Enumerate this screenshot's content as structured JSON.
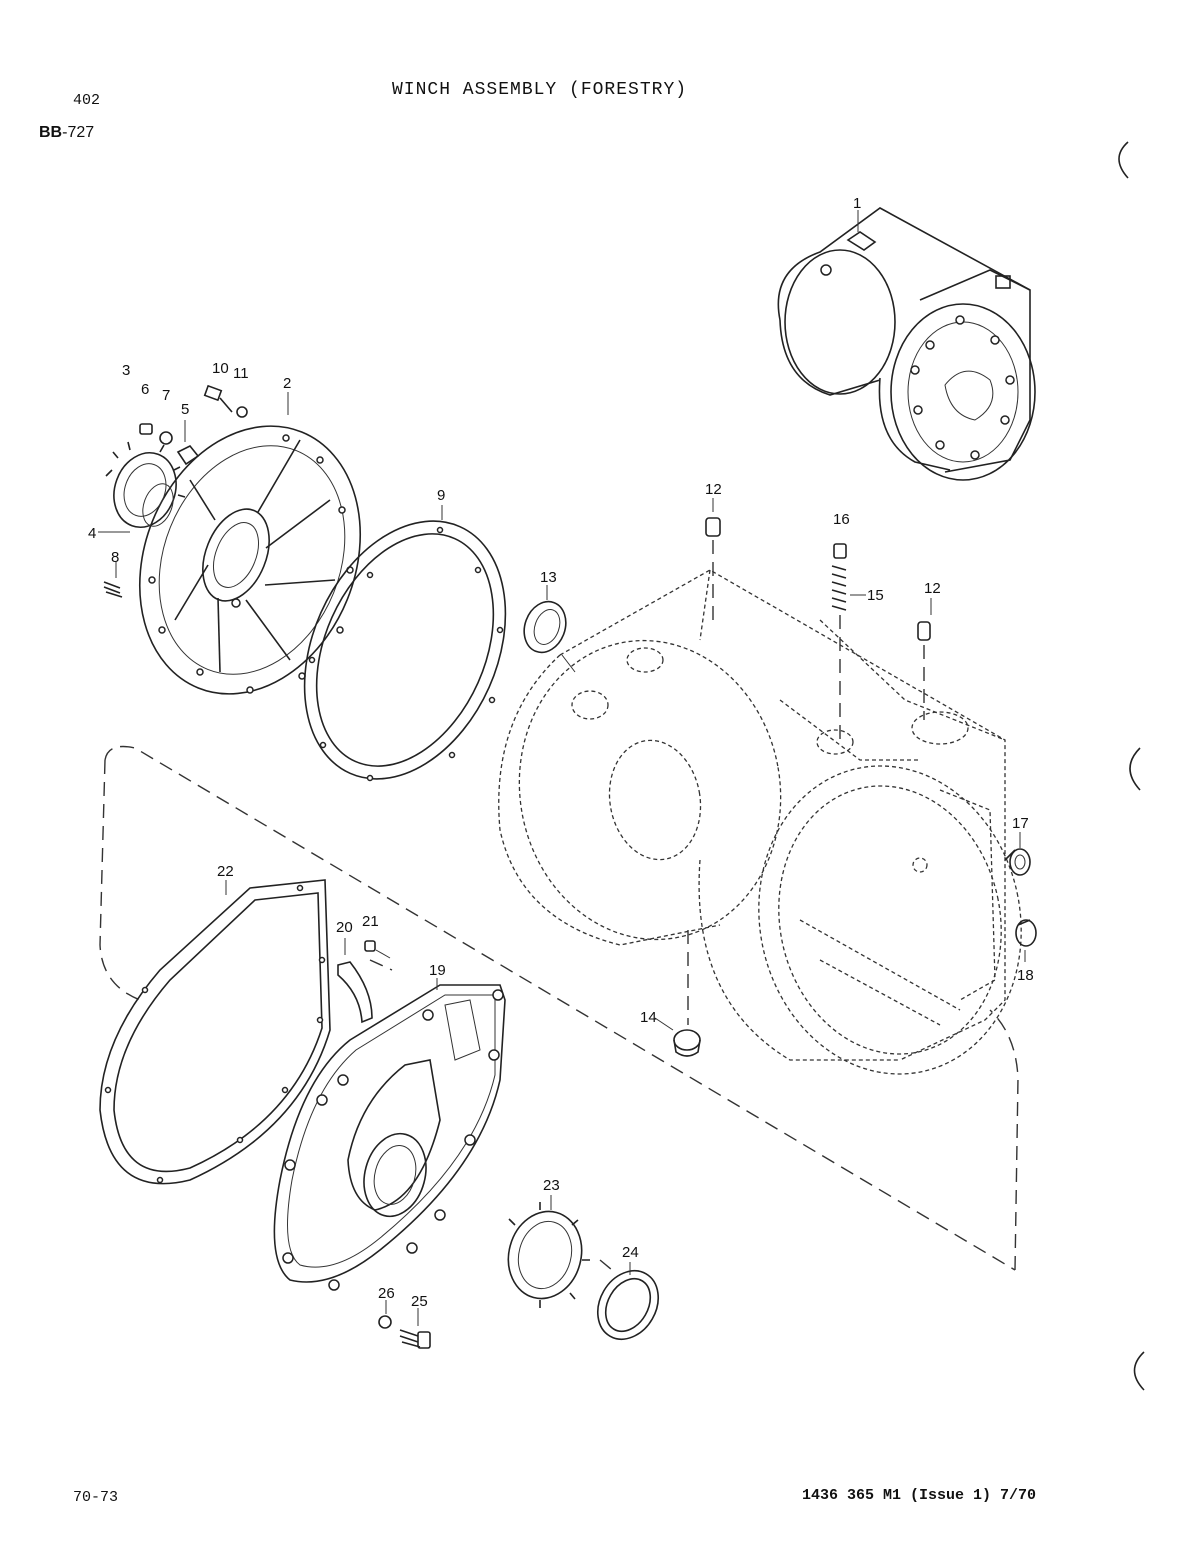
{
  "page_number": "402",
  "title": "WINCH ASSEMBLY (FORESTRY)",
  "ref_code_prefix": "BB",
  "ref_code_suffix": "-727",
  "footer_left": "70-73",
  "footer_right": "1436 365 M1 (Issue 1) 7/70",
  "part_labels": [
    "1",
    "2",
    "3",
    "4",
    "5",
    "6",
    "7",
    "8",
    "9",
    "10",
    "11",
    "12",
    "12",
    "13",
    "14",
    "15",
    "16",
    "17",
    "18",
    "19",
    "20",
    "21",
    "22",
    "23",
    "24",
    "25",
    "26"
  ]
}
